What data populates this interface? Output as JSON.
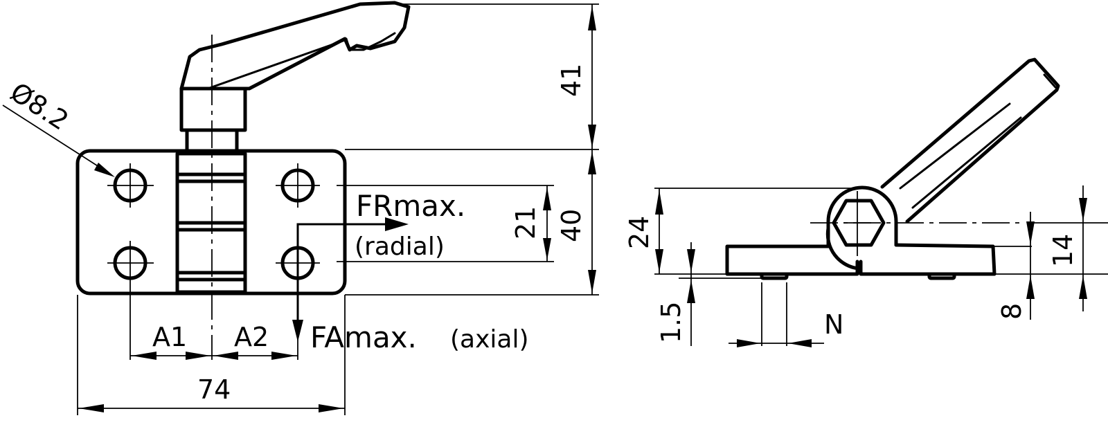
{
  "drawing": {
    "type": "technical-drawing",
    "subject": "hinge with adjustable clamping lever",
    "stroke_color": "#000000",
    "background": "#ffffff"
  },
  "front_view": {
    "hole_diameter": "Ø8.2",
    "height_lever": "41",
    "height_plate": "40",
    "hole_spacing_vertical": "21",
    "width_total": "74",
    "offset_a1": "A1",
    "offset_a2": "A2",
    "force_radial_label": "FRmax.",
    "force_radial_note": "(radial)",
    "force_axial_label": "FAmax.",
    "force_axial_note": "(axial)"
  },
  "side_view": {
    "height_total": "24",
    "height_axis": "14",
    "plate_thickness": "8",
    "spacer_thickness": "1.5",
    "spacer_width": "N"
  }
}
